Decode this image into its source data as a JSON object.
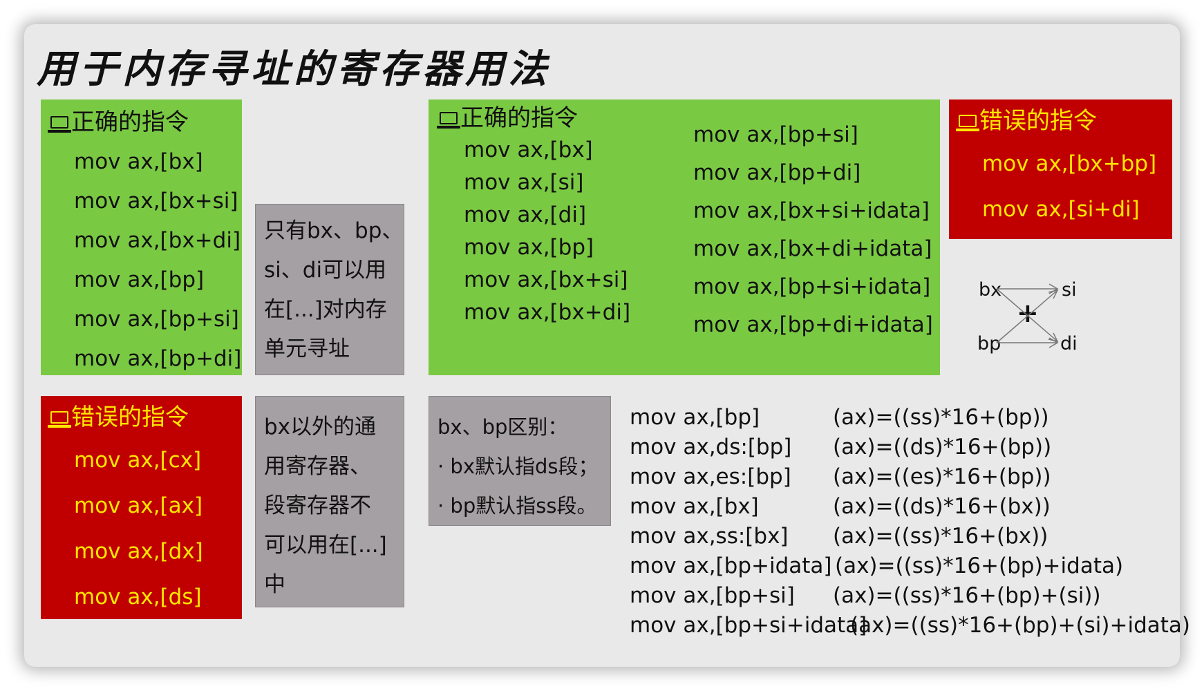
{
  "title": "用于内存寻址的寄存器用法",
  "left_correct": {
    "header": "正确的指令",
    "items": [
      "mov ax,[bx]",
      "mov ax,[bx+si]",
      "mov ax,[bx+di]",
      "mov ax,[bp]",
      "mov ax,[bp+si]",
      "mov ax,[bp+di]"
    ]
  },
  "left_wrong": {
    "header": "错误的指令",
    "items": [
      "mov ax,[cx]",
      "mov ax,[ax]",
      "mov ax,[dx]",
      "mov ax,[ds]"
    ]
  },
  "note1": [
    "只有bx、bp、",
    "si、di可以用",
    "在[...]对内存",
    "单元寻址"
  ],
  "note2": [
    "bx以外的通",
    "用寄存器、",
    "段寄存器不",
    "可以用在[...]",
    "中"
  ],
  "big_correct": {
    "header": "正确的指令",
    "col1": [
      "mov ax,[bx]",
      "mov ax,[si]",
      "mov ax,[di]",
      "mov ax,[bp]",
      "mov ax,[bx+si]",
      "mov ax,[bx+di]"
    ],
    "col2": [
      "mov ax,[bp+si]",
      "mov ax,[bp+di]",
      "mov ax,[bx+si+idata]",
      "mov ax,[bx+di+idata]",
      "mov ax,[bp+si+idata]",
      "mov ax,[bp+di+idata]"
    ]
  },
  "right_wrong": {
    "header": "错误的指令",
    "items": [
      "mov ax,[bx+bp]",
      "mov ax,[si+di]"
    ]
  },
  "combo": {
    "bx": "bx",
    "bp": "bp",
    "si": "si",
    "di": "di",
    "plus": "+"
  },
  "note3": [
    "bx、bp区别：",
    "· bx默认指ds段；",
    "· bp默认指ss段。"
  ],
  "addressing": [
    {
      "instr": "mov ax,[bp]",
      "meaning": "(ax)=((ss)*16+(bp))"
    },
    {
      "instr": "mov ax,ds:[bp]",
      "meaning": "(ax)=((ds)*16+(bp))"
    },
    {
      "instr": "mov ax,es:[bp]",
      "meaning": "(ax)=((es)*16+(bp))"
    },
    {
      "instr": "mov ax,[bx]",
      "meaning": "(ax)=((ds)*16+(bx))"
    },
    {
      "instr": "mov ax,ss:[bx]",
      "meaning": "(ax)=((ss)*16+(bx))"
    },
    {
      "instr": "mov ax,[bp+idata]",
      "meaning": "(ax)=((ss)*16+(bp)+idata)"
    },
    {
      "instr": "mov ax,[bp+si]",
      "meaning": "(ax)=((ss)*16+(bp)+(si))"
    },
    {
      "instr": "mov ax,[bp+si+idata]",
      "meaning": "(ax)=((ss)*16+(bp)+(si)+idata)"
    }
  ]
}
